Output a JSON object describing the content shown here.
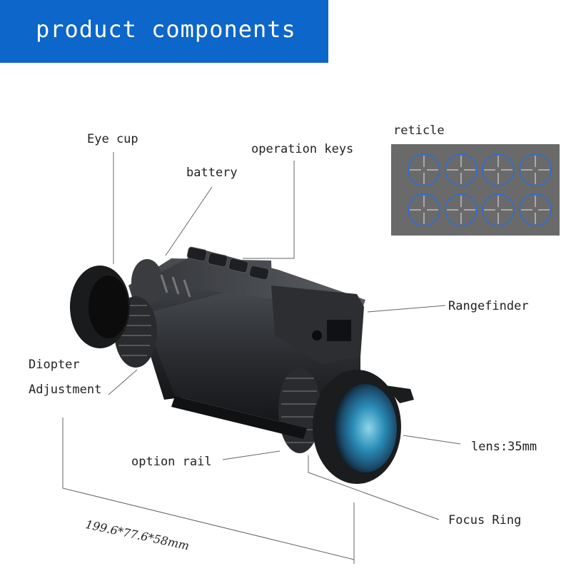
{
  "header": {
    "title": "product components"
  },
  "labels": {
    "eye_cup": "Eye cup",
    "battery": "battery",
    "operation_keys": "operation keys",
    "reticle": "reticle",
    "rangefinder": "Rangefinder",
    "diopter_line1": "Diopter",
    "diopter_line2": "Adjustment",
    "option_rail": "option rail",
    "lens": "lens:35mm",
    "focus_ring": "Focus Ring"
  },
  "dimensions": "199.6*77.6*58mm",
  "colors": {
    "banner": "#0d66c9",
    "reticle_panel": "#6a6a6a",
    "reticle_ring": "#2b6fd6"
  },
  "reticle_styles": [
    "cross",
    "cross",
    "cross",
    "cross",
    "cross",
    "cross",
    "cross",
    "cross"
  ]
}
